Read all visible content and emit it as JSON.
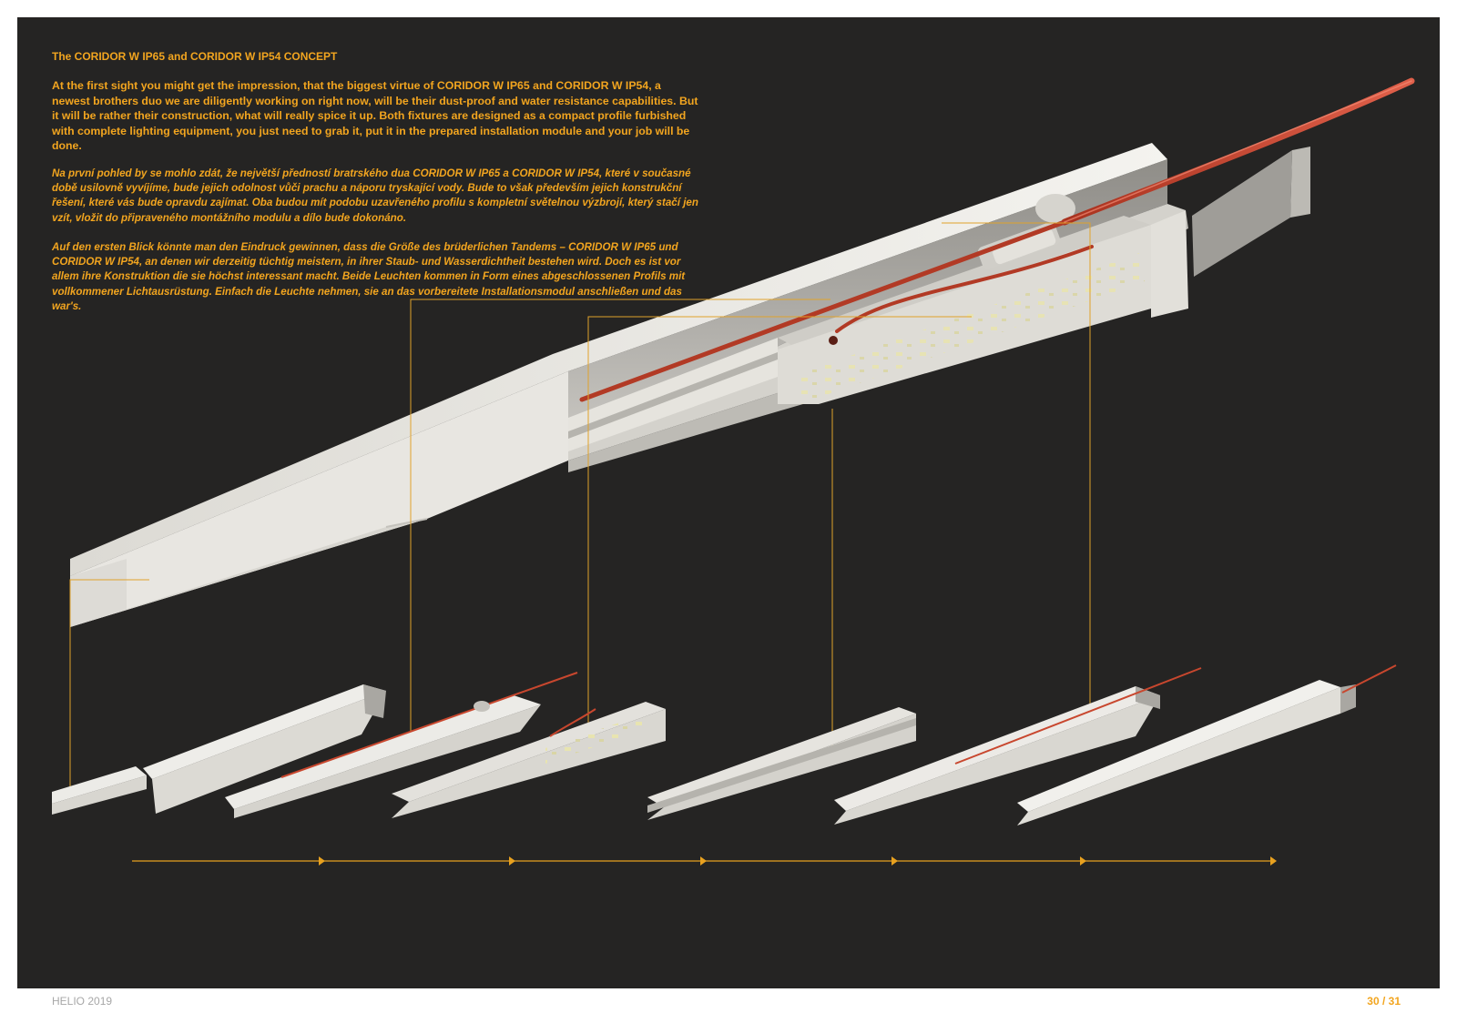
{
  "article": {
    "heading": "The CORIDOR W IP65 and CORIDOR W IP54 CONCEPT",
    "paragraph_en": "At the first sight you might get the impression, that the biggest virtue of CORIDOR W IP65 and CORIDOR W IP54, a newest brothers duo we are diligently working on right now, will be their dust-proof and water resistance capabilities. But it will be rather their construction, what will really spice it up. Both fixtures are designed as a compact profile furbished with complete lighting equipment, you just need to grab it, put it in the prepared installation module and your job will be done.",
    "paragraph_cs": "Na první pohled by se mohlo zdát, že největší předností bratrského dua CORIDOR W IP65 a CORIDOR W IP54, které v současné době usilovně vyvíjíme, bude jejich odolnost vůči prachu a náporu tryskající vody. Bude to však především jejich konstrukční řešení, které vás bude opravdu zajímat. Oba budou mít podobu uzavřeného profilu s kompletní světelnou výzbrojí, který stačí jen vzít, vložit do připraveného montážního modulu a dílo bude dokonáno.",
    "paragraph_de": "Auf den ersten Blick könnte man den Eindruck gewinnen, dass die Größe des brüderlichen Tandems – CORIDOR W IP65 und CORIDOR W IP54, an denen wir derzeitig tüchtig meistern, in ihrer Staub- und Wasserdichtheit bestehen wird. Doch es ist vor allem ihre Konstruktion die sie höchst interessant macht. Beide Leuchten kommen in Form eines abgeschlossenen Profils mit vollkommener Lichtausrüstung. Einfach die Leuchte nehmen, sie an das vorbereitete Installationsmodul anschließen und das war's."
  },
  "footer": {
    "brand": "HELIO 2019",
    "page": "30 / 31"
  },
  "colors": {
    "background": "#252423",
    "accent": "#f2a51f",
    "profile": "#e9e7e2",
    "cable": "#c8472e"
  }
}
